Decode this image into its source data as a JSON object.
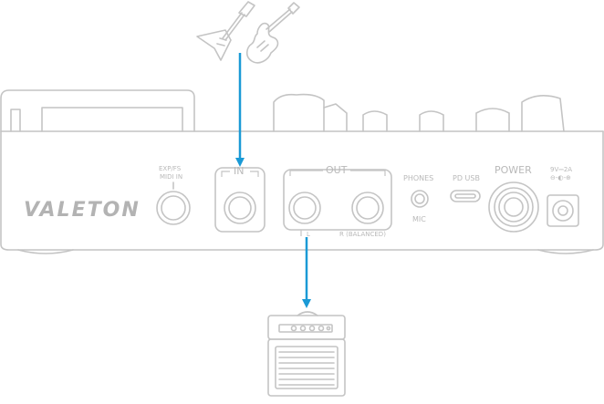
{
  "device": {
    "brand": "VALETON",
    "labels": {
      "exp_line1": "EXP/FS",
      "exp_line2": "MIDI IN",
      "in": "IN",
      "out": "OUT",
      "phones": "PHONES",
      "mic": "MIC",
      "pd_usb": "PD USB",
      "power": "POWER",
      "dc_line1": "9V⎓2A",
      "dc_line2": "⊖-◐-⊕",
      "left": "L",
      "right": "R (BALANCED)"
    }
  },
  "colors": {
    "outline": "#c4c4c4",
    "label": "#b9b9b9",
    "arrow": "#1a9ad6"
  },
  "icons": [
    "flying-v-guitar-icon",
    "electric-guitar-icon",
    "amplifier-icon"
  ]
}
